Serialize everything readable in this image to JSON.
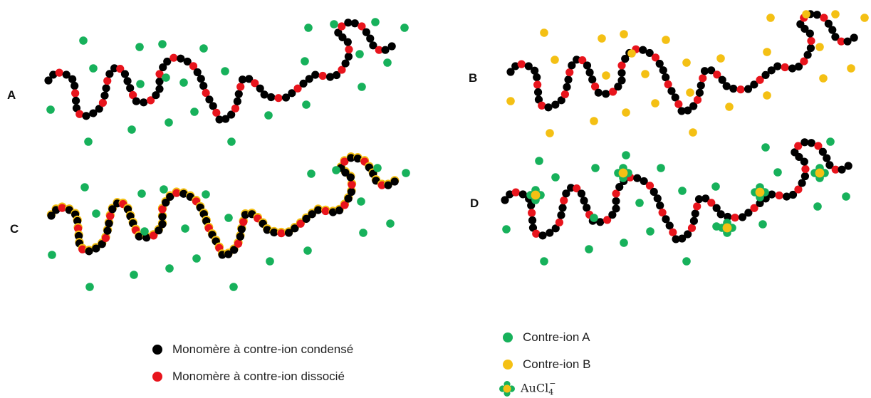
{
  "panels": {
    "A": {
      "label": "A"
    },
    "B": {
      "label": "B"
    },
    "C": {
      "label": "C"
    },
    "D": {
      "label": "D"
    }
  },
  "legend": {
    "condensed": "Monomère à contre-ion condensé",
    "dissociated": "Monomère à contre-ion dissocié",
    "counterion_a": "Contre-ion A",
    "counterion_b": "Contre-ion B",
    "aucl4_formula": "AuCl",
    "aucl4_sub": "4",
    "aucl4_sup": "−"
  },
  "colors": {
    "condensed": "#000000",
    "dissociated": "#e8141c",
    "counterion_a": "#17b15b",
    "counterion_b": "#f4c014"
  }
}
